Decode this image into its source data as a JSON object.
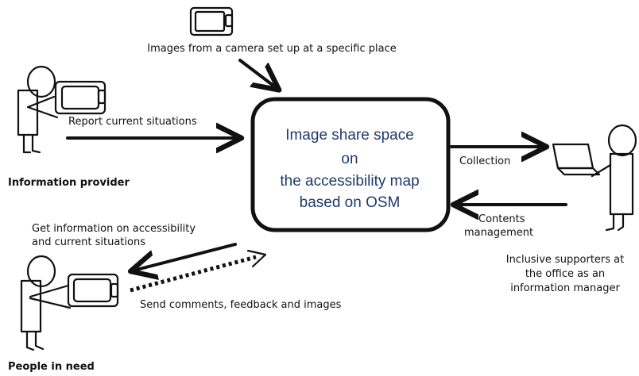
{
  "central_node": {
    "lines": [
      "Image share space",
      "on",
      "the accessibility map",
      "based on OSM"
    ]
  },
  "labels": {
    "camera": "Images from a camera set up at a specific place",
    "report": "Report current situations",
    "info_provider": "Information provider",
    "collection": "Collection",
    "contents_management": [
      "Contents",
      "management"
    ],
    "supporters": [
      "Inclusive supporters at",
      "the office as an",
      "information manager"
    ],
    "get_info": [
      "Get information on accessibility",
      "and current situations"
    ],
    "send_comments": "Send comments, feedback and images",
    "people_in_need": "People in need"
  },
  "icons": [
    "camera-icon",
    "tablet-icon",
    "laptop-icon",
    "stick-figure-icon"
  ]
}
